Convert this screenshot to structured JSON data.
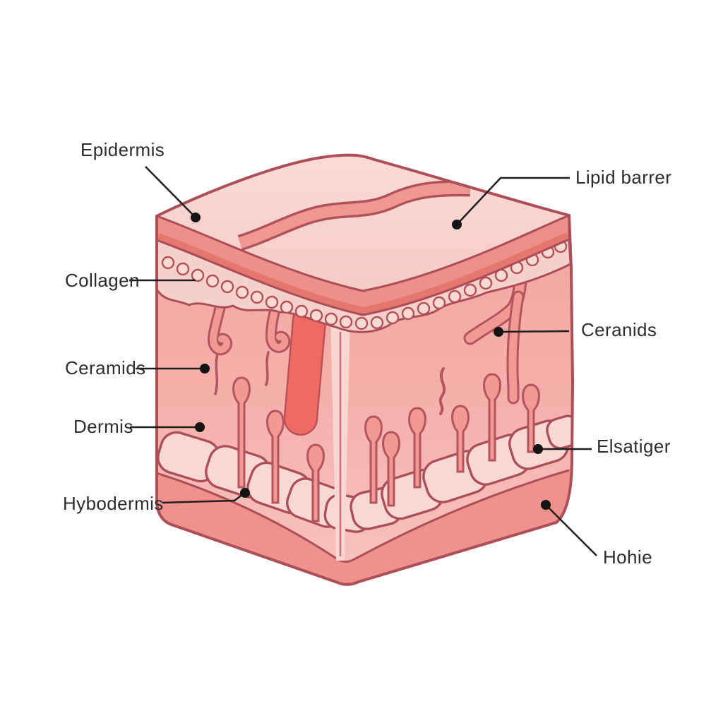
{
  "labels": {
    "epidermis": {
      "text": "Epidermis"
    },
    "lipid_barrier": {
      "text": "Lipid barrer"
    },
    "collagen": {
      "text": "Collagen"
    },
    "ceramids_left": {
      "text": "Ceramids"
    },
    "dermis": {
      "text": "Dermis"
    },
    "hypodermis": {
      "text": "Hybodermis"
    },
    "ceranids_right": {
      "text": "Ceranids"
    },
    "elsatiger": {
      "text": "Elsatiger"
    },
    "hohie": {
      "text": "Hohie"
    }
  },
  "colors": {
    "background": "#ffffff",
    "outline": "#ad4f58",
    "top_face_light": "#fadbd6",
    "top_face": "#f6cbc6",
    "surface_ribbon": "#f0988f",
    "epidermis_band": "#ee908a",
    "epidermis_stripe": "#e5776f",
    "cell_strip": "#f6d0cb",
    "cell_circle": "#f8d9d4",
    "dermis_top": "#f3a49e",
    "dermis_bottom": "#f8c4be",
    "structure_core": "#f09a93",
    "structure_outline": "#b5545c",
    "vessel_capsule": "#ee6a62",
    "follicle_channel": "#f8d6d1",
    "fat_lobule": "#f8d8d4",
    "hypodermis_band": "#f0918b",
    "label_text": "#2d2d2d",
    "leader_line": "#1f1f1f"
  }
}
